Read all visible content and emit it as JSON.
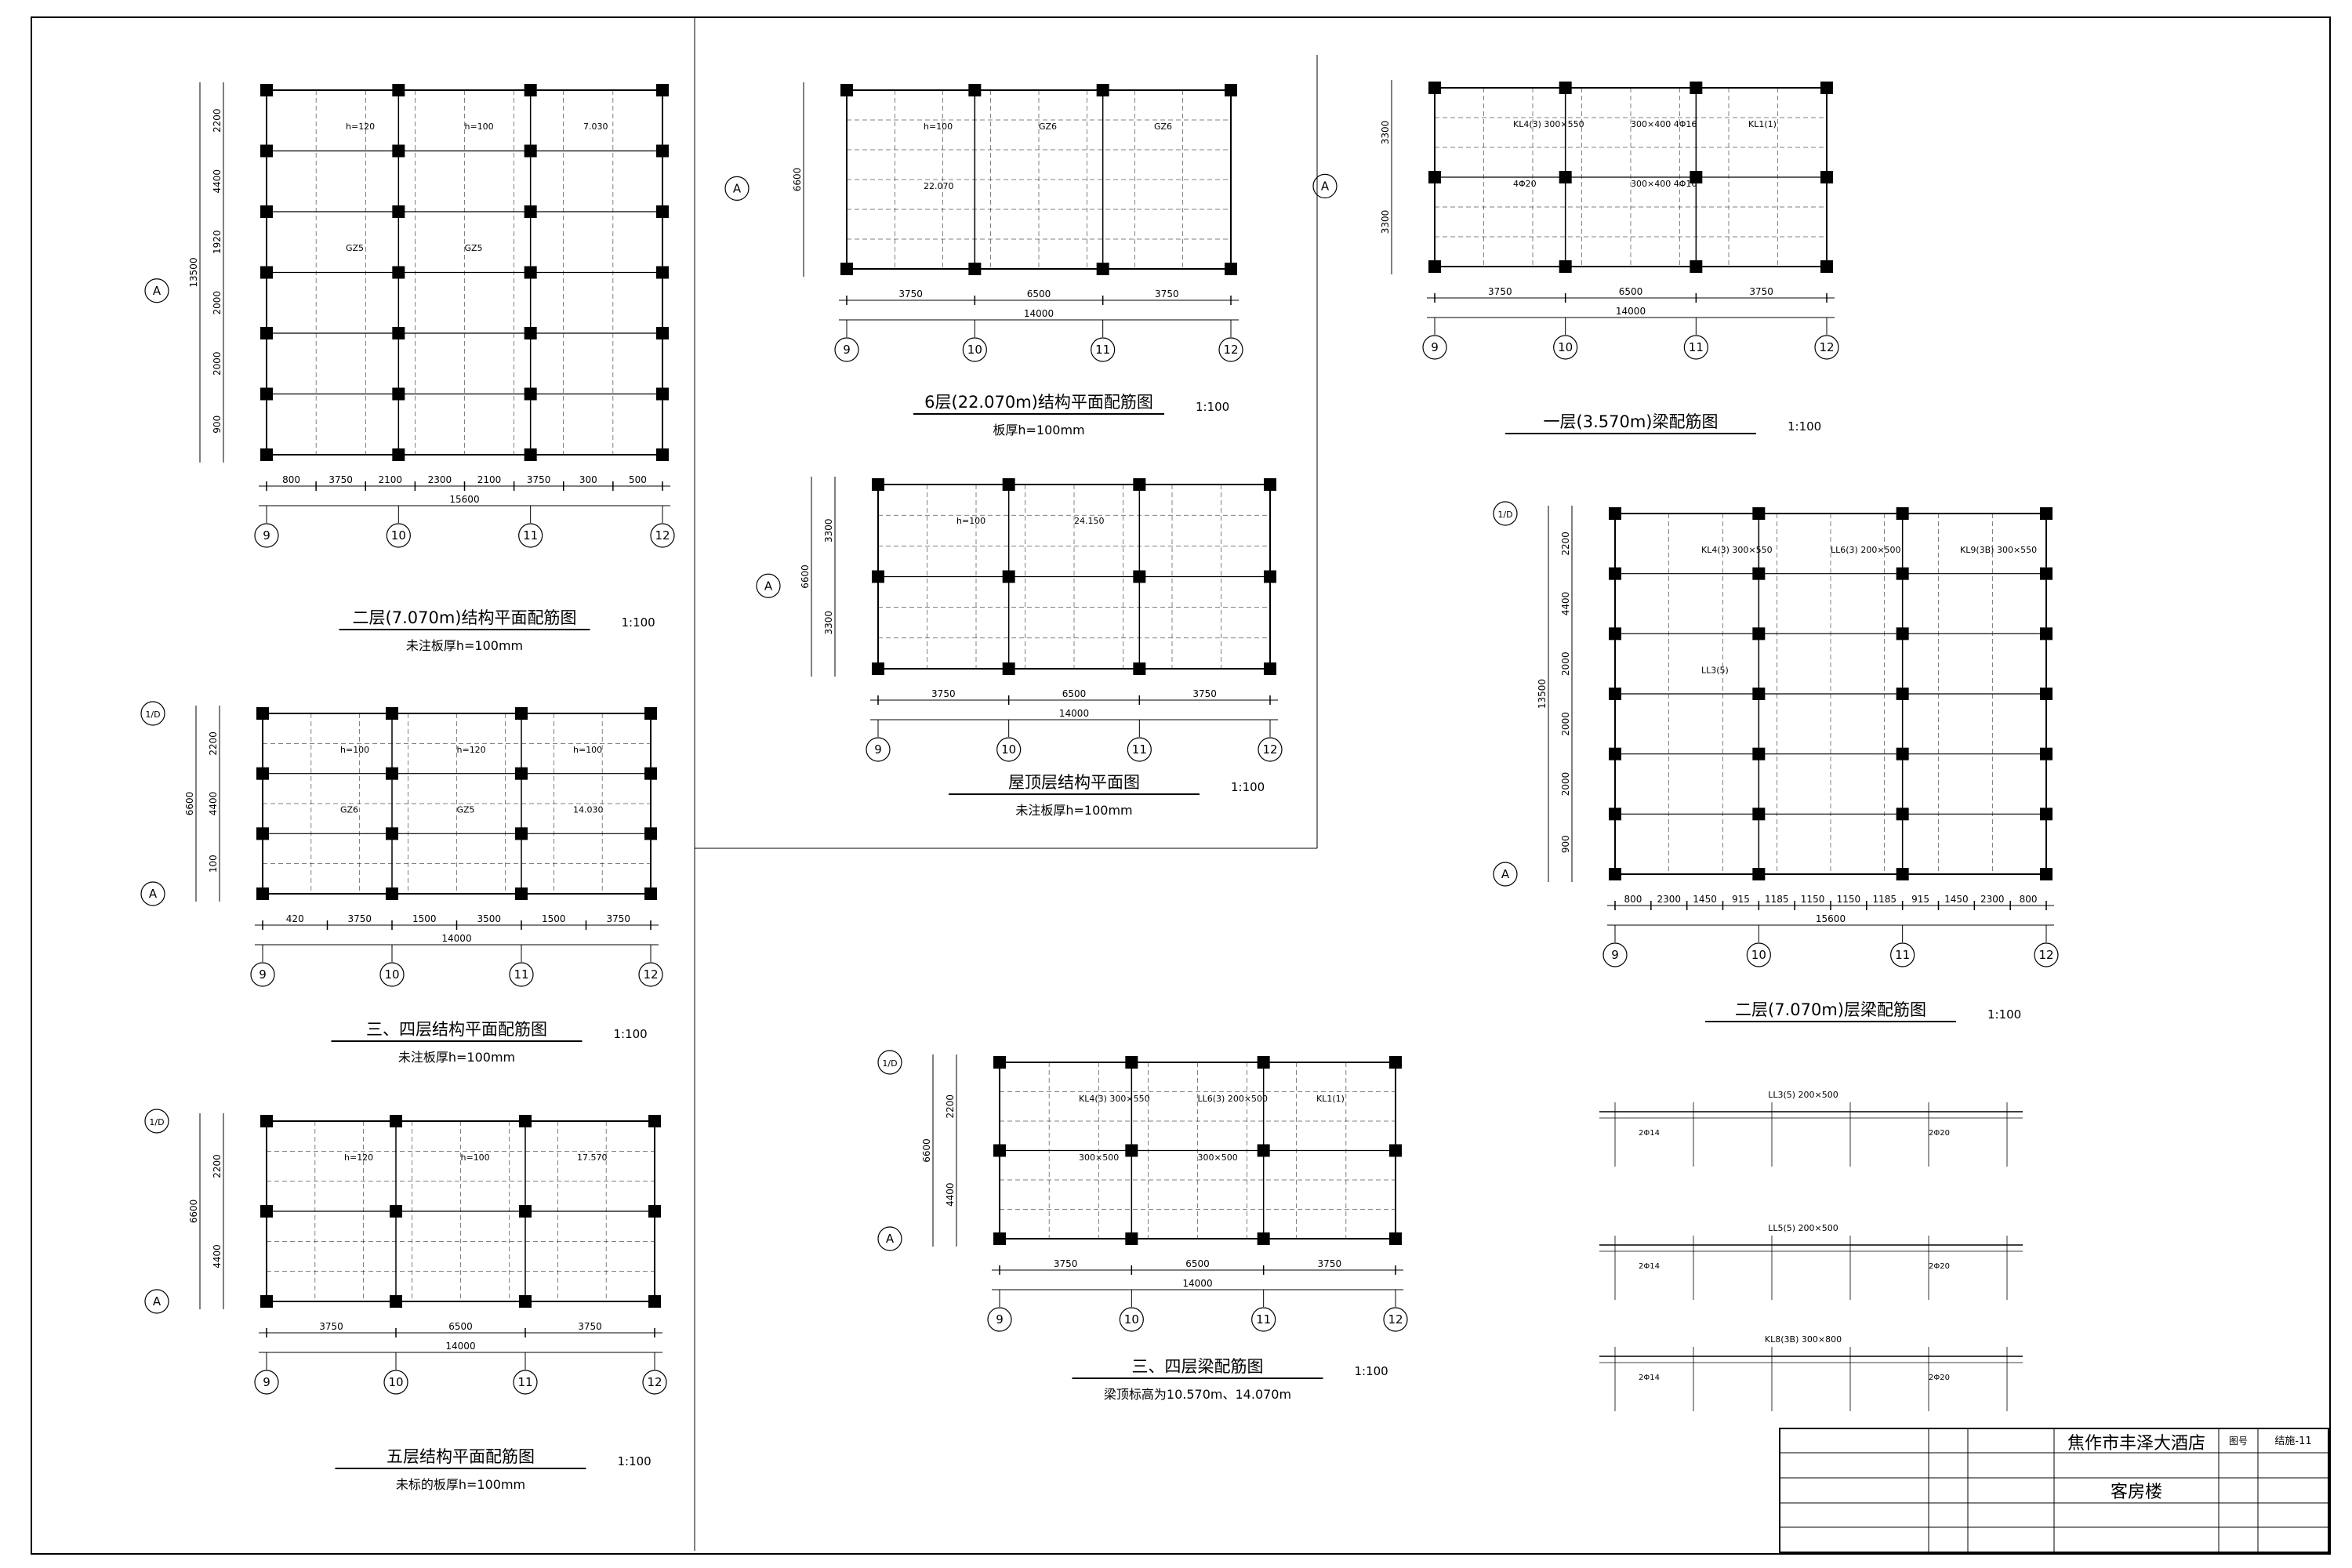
{
  "drawings": [
    {
      "id": "p2",
      "title": "二层(7.070m)结构平面配筋图",
      "scale": "1:100",
      "note": "未注板厚h=100mm",
      "axes": [
        "9",
        "10",
        "11",
        "12"
      ],
      "dims": [
        "800",
        "3750",
        "2100",
        "2300",
        "2100",
        "3750",
        "300",
        "500"
      ],
      "total": "15600",
      "left_dims": [
        "2200",
        "4400",
        "1920",
        "2000",
        "2000",
        "900"
      ],
      "left_total": "13500",
      "row_axes": [
        "A"
      ],
      "labels": [
        "h=120",
        "h=100",
        "7.030",
        "GZ5",
        "GZ5"
      ]
    },
    {
      "id": "p6",
      "title": "6层(22.070m)结构平面配筋图",
      "scale": "1:100",
      "note": "板厚h=100mm",
      "axes": [
        "9",
        "10",
        "11",
        "12"
      ],
      "dims": [
        "3750",
        "6500",
        "3750"
      ],
      "total": "14000",
      "left_dims": [
        "6600"
      ],
      "row_axes": [
        "A"
      ],
      "labels": [
        "h=100",
        "GZ6",
        "GZ6",
        "22.070"
      ]
    },
    {
      "id": "b1",
      "title": "一层(3.570m)梁配筋图",
      "scale": "1:100",
      "note": "",
      "axes": [
        "9",
        "10",
        "11",
        "12"
      ],
      "dims": [
        "3750",
        "6500",
        "3750"
      ],
      "total": "14000",
      "left_dims": [
        "3300",
        "3300"
      ],
      "row_axes": [
        "A"
      ],
      "labels": [
        "KL4(3) 300×550",
        "300×400 4Φ16",
        "KL1(1)",
        "4Φ20",
        "300×400 4Φ16"
      ]
    },
    {
      "id": "roof",
      "title": "屋顶层结构平面图",
      "scale": "1:100",
      "note": "未注板厚h=100mm",
      "axes": [
        "9",
        "10",
        "11",
        "12"
      ],
      "dims": [
        "3750",
        "6500",
        "3750"
      ],
      "total": "14000",
      "left_dims": [
        "3300",
        "3300"
      ],
      "left_total": "6600",
      "row_axes": [
        "A"
      ],
      "labels": [
        "h=100",
        "24.150"
      ]
    },
    {
      "id": "p34",
      "title": "三、四层结构平面配筋图",
      "scale": "1:100",
      "note": "未注板厚h=100mm",
      "axes": [
        "9",
        "10",
        "11",
        "12"
      ],
      "dims": [
        "420",
        "3750",
        "1500",
        "3500",
        "1500",
        "3750"
      ],
      "total": "14000",
      "left_dims": [
        "2200",
        "4400",
        "100"
      ],
      "left_total": "6600",
      "row_axes": [
        "1/D",
        "A"
      ],
      "labels": [
        "h=100",
        "h=120",
        "h=100",
        "GZ6",
        "GZ5",
        "14.030"
      ]
    },
    {
      "id": "b2",
      "title": "二层(7.070m)层梁配筋图",
      "scale": "1:100",
      "note": "",
      "axes": [
        "9",
        "10",
        "11",
        "12"
      ],
      "dims": [
        "800",
        "2300",
        "1450",
        "915",
        "1185",
        "1150",
        "1150",
        "1185",
        "915",
        "1450",
        "2300",
        "800"
      ],
      "total": "15600",
      "left_dims": [
        "2200",
        "4400",
        "2000",
        "2000",
        "2000",
        "900"
      ],
      "left_total": "13500",
      "row_axes": [
        "1/D",
        "A"
      ],
      "labels": [
        "KL4(3) 300×550",
        "LL6(3) 200×500",
        "KL9(3B) 300×550",
        "LL3(5)"
      ]
    },
    {
      "id": "p5",
      "title": "五层结构平面配筋图",
      "scale": "1:100",
      "note": "未标的板厚h=100mm",
      "axes": [
        "9",
        "10",
        "11",
        "12"
      ],
      "dims": [
        "3750",
        "6500",
        "3750"
      ],
      "total": "14000",
      "left_dims": [
        "2200",
        "4400"
      ],
      "left_total": "6600",
      "row_axes": [
        "1/D",
        "A"
      ],
      "labels": [
        "h=120",
        "h=100",
        "17.570"
      ]
    },
    {
      "id": "b34",
      "title": "三、四层梁配筋图",
      "scale": "1:100",
      "note": "梁顶标高为10.570m、14.070m",
      "axes": [
        "9",
        "10",
        "11",
        "12"
      ],
      "dims": [
        "3750",
        "6500",
        "3750"
      ],
      "total": "14000",
      "left_dims": [
        "2200",
        "4400"
      ],
      "left_total": "6600",
      "row_axes": [
        "1/D",
        "A"
      ],
      "labels": [
        "KL4(3) 300×550",
        "LL6(3) 200×500",
        "KL1(1)",
        "300×500",
        "300×500"
      ]
    }
  ],
  "details": {
    "labels": [
      "LL3(5) 200×500",
      "LL5(5) 200×500",
      "KL8(3B) 300×800",
      "2Φ14",
      "2Φ20"
    ]
  },
  "title_block": {
    "project": "焦作市丰泽大酒店",
    "building": "客房楼",
    "drawing_no": "结施-11",
    "sheet_label": "图号"
  }
}
